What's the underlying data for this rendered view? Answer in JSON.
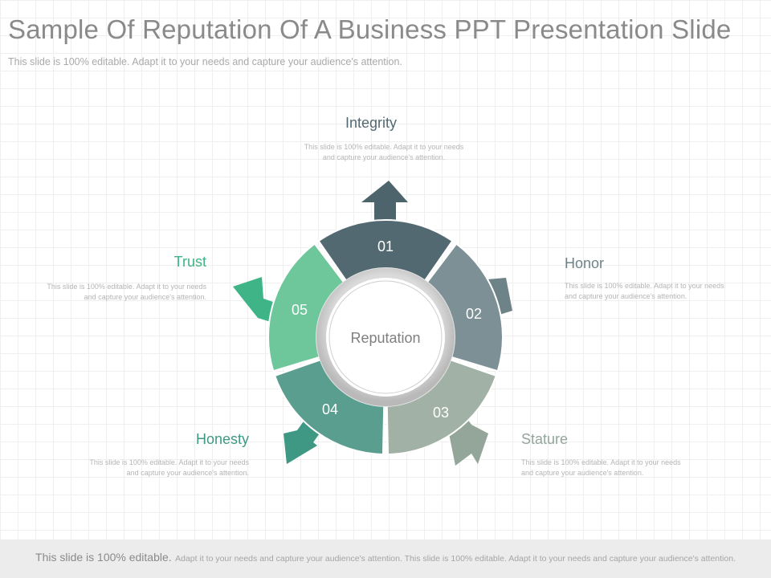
{
  "slide": {
    "title": "Sample Of Reputation Of A Business PPT Presentation Slide",
    "subtitle": "This slide is 100% editable. Adapt it to your needs and capture your audience's attention."
  },
  "diagram": {
    "center_label": "Reputation",
    "segments": [
      {
        "number": "01",
        "label": "Integrity",
        "description": "This slide is 100% editable. Adapt it to your needs and capture your audience's attention.",
        "color": "#536972",
        "arrow_color": "#4d646d"
      },
      {
        "number": "02",
        "label": "Honor",
        "description": "This slide is 100% editable. Adapt it to your needs and capture your audience's attention.",
        "color": "#7d9095",
        "arrow_color": "#6e8387"
      },
      {
        "number": "03",
        "label": "Stature",
        "description": "This slide is 100% editable. Adapt it to your needs and capture your audience's attention.",
        "color": "#a1b1a5",
        "arrow_color": "#93a699"
      },
      {
        "number": "04",
        "label": "Honesty",
        "description": "This slide is 100% editable. Adapt it to your needs and capture your audience's attention.",
        "color": "#5a9e8f",
        "arrow_color": "#3f9883"
      },
      {
        "number": "05",
        "label": "Trust",
        "description": "This slide is 100% editable. Adapt it to your needs and capture your audience's attention.",
        "color": "#6ec79b",
        "arrow_color": "#3fb487"
      }
    ]
  },
  "footer": {
    "lead": "This slide is 100% editable.",
    "rest": "Adapt it to your needs and capture your audience's attention. This slide is 100% editable. Adapt it to your needs and capture your audience's attention."
  }
}
